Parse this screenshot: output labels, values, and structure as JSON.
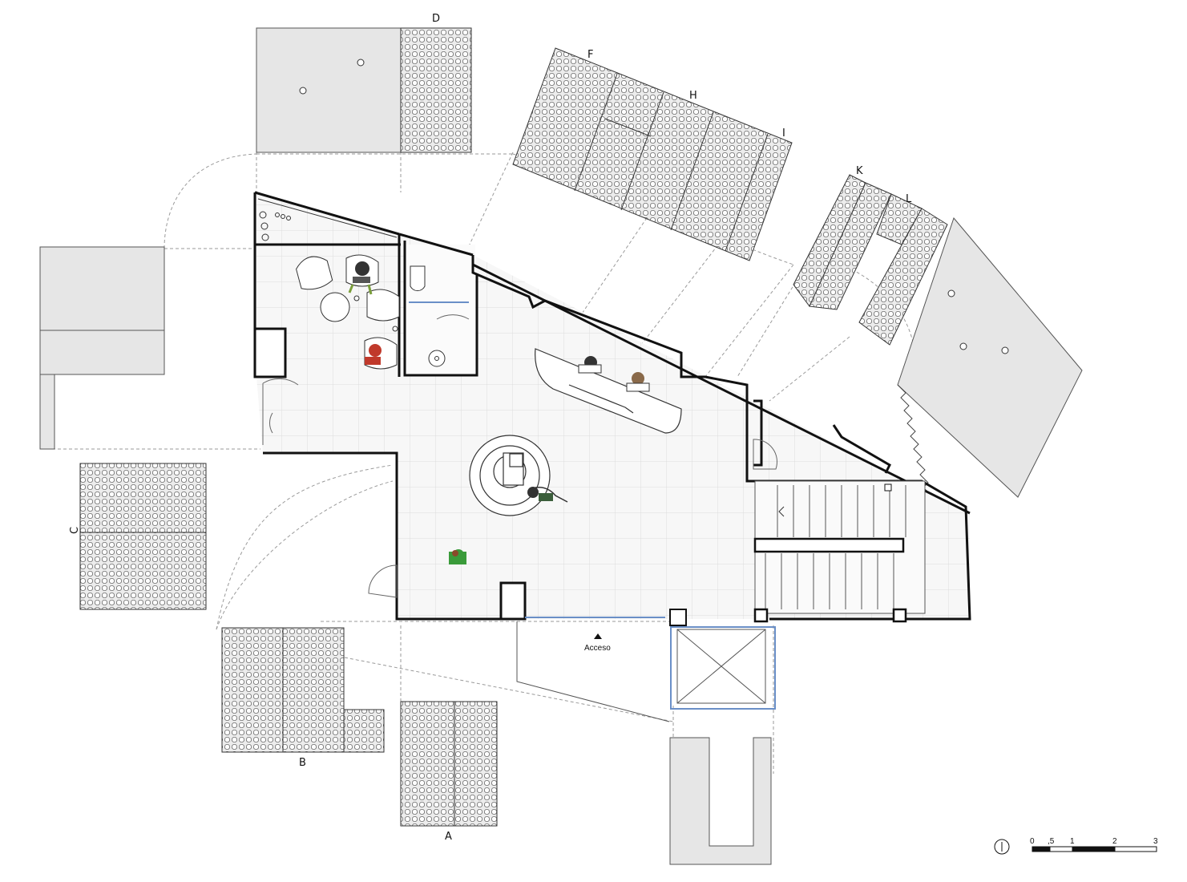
{
  "panel_labels": {
    "a": "A",
    "b": "B",
    "c": "C",
    "d": "D",
    "f": "F",
    "h": "H",
    "i": "I",
    "k": "K",
    "l": "L"
  },
  "entrance": {
    "label": "Acceso"
  },
  "scale_bar": {
    "ticks": [
      "0",
      ",5",
      "1",
      "2",
      "3"
    ]
  },
  "colors": {
    "wall": "#111111",
    "solid_panel": "#e6e6e6",
    "grid": "#d8d8d8",
    "glazing": "#6a8fc7",
    "person_red": "#c0392b",
    "person_green": "#3a9b3a"
  }
}
